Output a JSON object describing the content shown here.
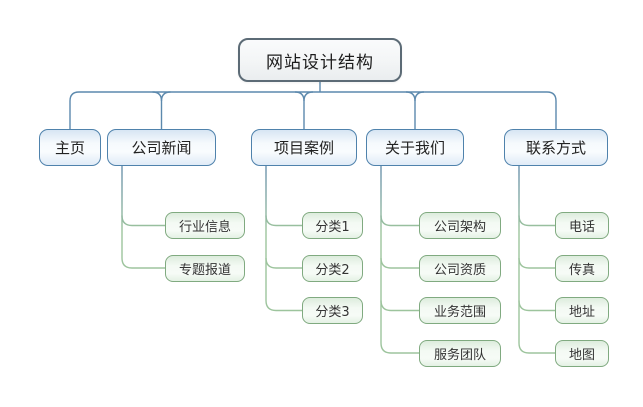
{
  "diagram": {
    "root": {
      "name": "website-design-structure",
      "label": "网站设计结构"
    },
    "branches": [
      {
        "name": "home",
        "label": "主页",
        "children": []
      },
      {
        "name": "company-news",
        "label": "公司新闻",
        "children": [
          {
            "name": "industry-info",
            "label": "行业信息"
          },
          {
            "name": "special-reports",
            "label": "专题报道"
          }
        ]
      },
      {
        "name": "project-cases",
        "label": "项目案例",
        "children": [
          {
            "name": "category-1",
            "label": "分类1"
          },
          {
            "name": "category-2",
            "label": "分类2"
          },
          {
            "name": "category-3",
            "label": "分类3"
          }
        ]
      },
      {
        "name": "about-us",
        "label": "关于我们",
        "children": [
          {
            "name": "company-structure",
            "label": "公司架构"
          },
          {
            "name": "company-qualifications",
            "label": "公司资质"
          },
          {
            "name": "business-scope",
            "label": "业务范围"
          },
          {
            "name": "service-team",
            "label": "服务团队"
          }
        ]
      },
      {
        "name": "contact",
        "label": "联系方式",
        "children": [
          {
            "name": "phone",
            "label": "电话"
          },
          {
            "name": "fax",
            "label": "传真"
          },
          {
            "name": "address",
            "label": "地址"
          },
          {
            "name": "map",
            "label": "地图"
          }
        ]
      }
    ],
    "colors": {
      "root_border": "#5c6b76",
      "level1_border": "#4f82ac",
      "level2_border": "#80aa80",
      "connector_blue": "#5c89ad",
      "connector_green": "#9dc49d",
      "background": "#ffffff",
      "text": "#2a2a2a"
    }
  }
}
